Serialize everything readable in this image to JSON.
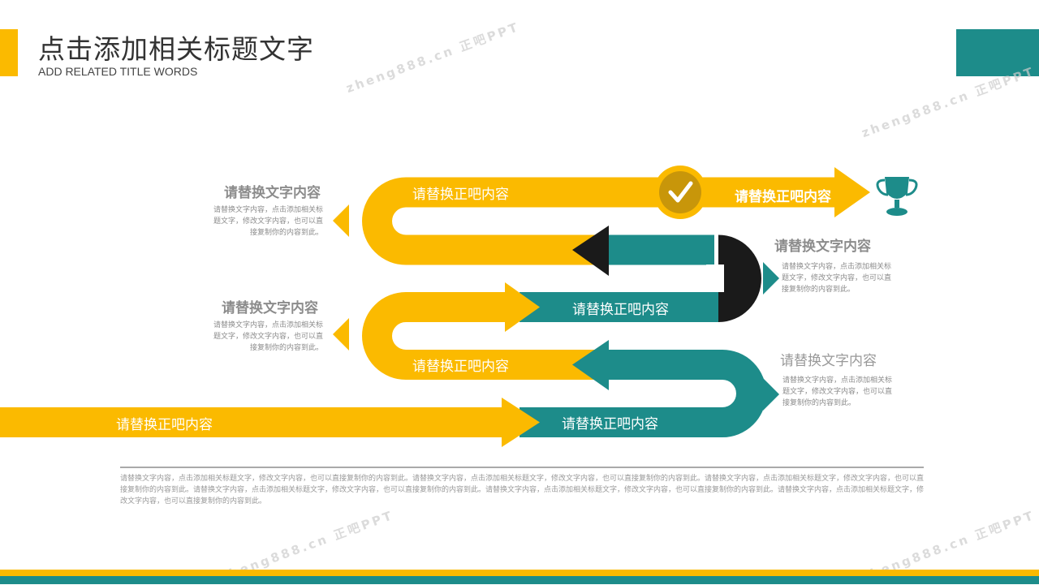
{
  "header": {
    "title": "点击添加相关标题文字",
    "subtitle": "ADD RELATED TITLE WORDS"
  },
  "colors": {
    "yellow": "#fbba00",
    "teal": "#1d8c8a",
    "black": "#1a1a1a",
    "gold": "#c8960a"
  },
  "flow": {
    "row1_label": "请替换正吧内容",
    "row1_right_label": "请替换正吧内容",
    "row3_label": "请替换正吧内容",
    "row4_label": "请替换正吧内容",
    "row5_left_label": "请替换正吧内容",
    "row5_right_label": "请替换正吧内容"
  },
  "notes": [
    {
      "heading": "请替换文字内容",
      "body": "请替换文字内容，点击添加相关标题文字，修改文字内容，也可以直接复制你的内容到此。"
    },
    {
      "heading": "请替换文字内容",
      "body": "请替换文字内容，点击添加相关标题文字，修改文字内容，也可以直接复制你的内容到此。"
    },
    {
      "heading": "请替换文字内容",
      "body": "请替换文字内容，点击添加相关标题文字，修改文字内容，也可以直接复制你的内容到此。"
    },
    {
      "heading": "请替换文字内容",
      "body": "请替换文字内容，点击添加相关标题文字，修改文字内容，也可以直接复制你的内容到此。"
    }
  ],
  "footer": "请替换文字内容，点击添加相关标题文字，修改文字内容，也可以直接复制你的内容到此。请替换文字内容，点击添加相关标题文字，修改文字内容，也可以直接复制你的内容到此。请替换文字内容，点击添加相关标题文字，修改文字内容，也可以直接复制你的内容到此。请替换文字内容，点击添加相关标题文字，修改文字内容，也可以直接复制你的内容到此。请替换文字内容，点击添加相关标题文字，修改文字内容，也可以直接复制你的内容到此。请替换文字内容，点击添加相关标题文字，修改文字内容，也可以直接复制你的内容到此。",
  "watermark": "zheng888.cn 正吧PPT"
}
